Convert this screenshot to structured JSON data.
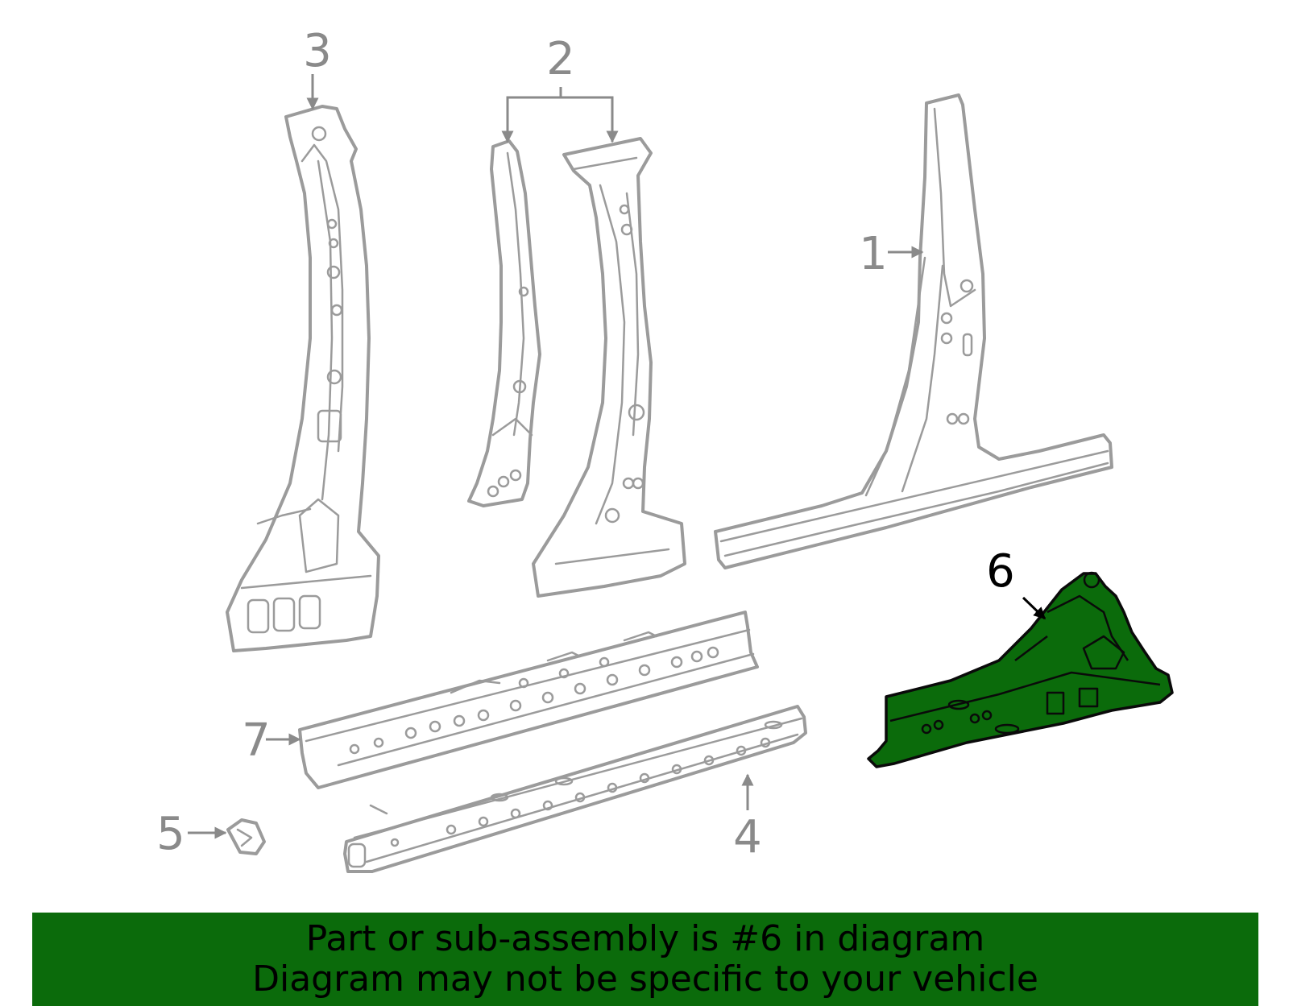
{
  "callouts": [
    {
      "id": "1",
      "label": "1"
    },
    {
      "id": "2",
      "label": "2"
    },
    {
      "id": "3",
      "label": "3"
    },
    {
      "id": "4",
      "label": "4"
    },
    {
      "id": "5",
      "label": "5"
    },
    {
      "id": "6",
      "label": "6"
    },
    {
      "id": "7",
      "label": "7"
    }
  ],
  "highlighted_part": "6",
  "colors": {
    "highlight_fill": "#0b6b0b",
    "part_outline": "#9b9b9b",
    "callout_text": "#8a8a8a",
    "banner_background": "#0b6b0b",
    "banner_text": "#000000"
  },
  "banner": {
    "line1": "Part or sub-assembly is #6 in diagram",
    "line2": "Diagram may not be specific to your vehicle"
  }
}
